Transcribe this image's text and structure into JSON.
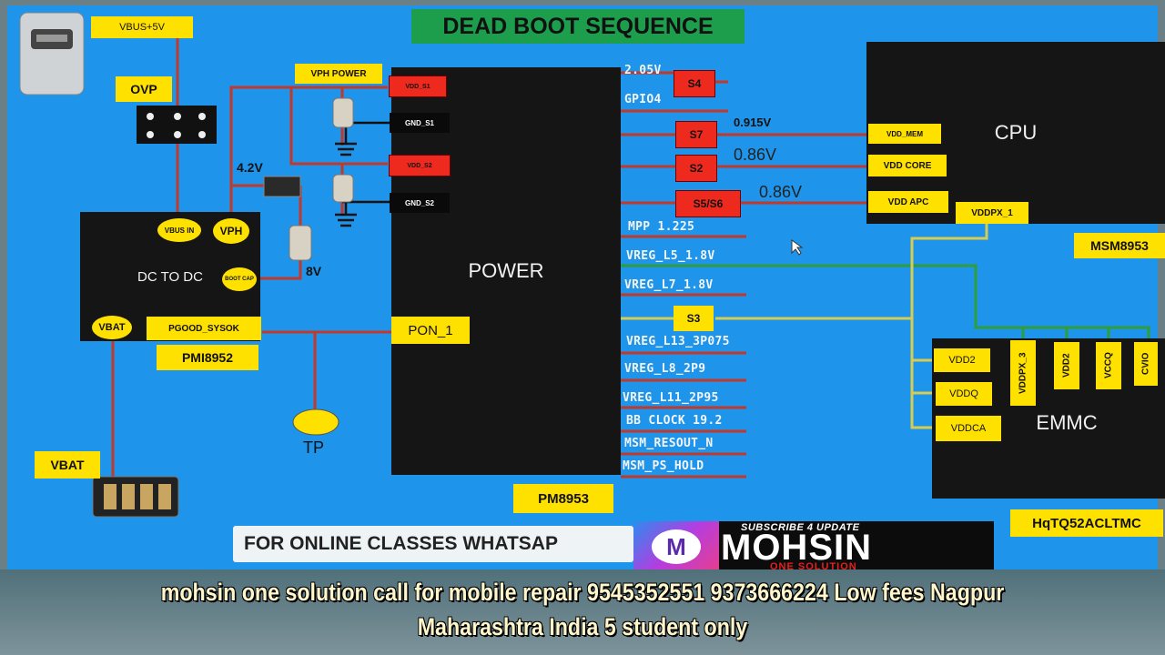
{
  "diagram": {
    "title": "DEAD BOOT SEQUENCE",
    "vbus": "VBUS+5V",
    "ovp": "OVP",
    "vph_power": "VPH POWER",
    "v42": "4.2V",
    "v8": "8V",
    "dcdc": "DC TO DC",
    "vbus_in": "VBUS IN",
    "vph": "VPH",
    "boot_cap": "BOOT CAP",
    "vbat": "VBAT",
    "pgood": "PGOOD_SYSOK",
    "pmi": "PMI8952",
    "vbat_label": "VBAT",
    "tp": "TP",
    "power": "POWER",
    "vdd_s1": "VDD_S1",
    "gnd_s1": "GND_S1",
    "vdd_s2": "VDD_S2",
    "gnd_s2": "GND_S2",
    "pon1": "PON_1",
    "pm8953": "PM8953",
    "rails": [
      "2.05V",
      "GPIO4",
      "MPP 1.225",
      "VREG_L5_1.8V",
      "VREG_L7_1.8V",
      "VREG_L13_3P075",
      "VREG_L8_2P9",
      "VREG_L11_2P95",
      "BB CLOCK 19.2",
      "MSM_RESOUT_N",
      "MSM_PS_HOLD"
    ],
    "s4": "S4",
    "s7": "S7",
    "s2": "S2",
    "s5s6": "S5/S6",
    "s3": "S3",
    "v0915": "0.915V",
    "v086a": "0.86V",
    "v086b": "0.86V",
    "cpu": "CPU",
    "vdd_mem": "VDD_MEM",
    "vdd_core": "VDD CORE",
    "vdd_apc": "VDD APC",
    "vddpx1": "VDDPX_1",
    "msm8953": "MSM8953",
    "emmc": "EMMC",
    "vdd2": "VDD2",
    "vddq": "VDDQ",
    "vddca": "VDDCA",
    "vddpx3": "VDDPX_3",
    "vdd2v": "VDD2",
    "vccq": "VCCQ",
    "cvio": "CVIO",
    "emmc_part": "HqTQ52ACLTMC"
  },
  "overlay": {
    "online": "FOR ONLINE CLASSES WHATSAP",
    "logo_m": "M",
    "subscribe": "SUBSCRIBE 4 UPDATE",
    "brand": "MOHSIN",
    "tagline": "ONE SOLUTION"
  },
  "banner": {
    "line1": "mohsin one solution call for mobile repair 9545352551 9373666224 Low fees Nagpur",
    "line2": "Maharashtra India 5 student only"
  },
  "colors": {
    "background": "#1e94ea",
    "label_yellow": "#ffe100",
    "label_red": "#ee2a1f",
    "title_green": "#1d9e4d",
    "wire_red": "#c0392b",
    "wire_green": "#2e9d3a",
    "wire_yellow": "#d6cc53"
  }
}
